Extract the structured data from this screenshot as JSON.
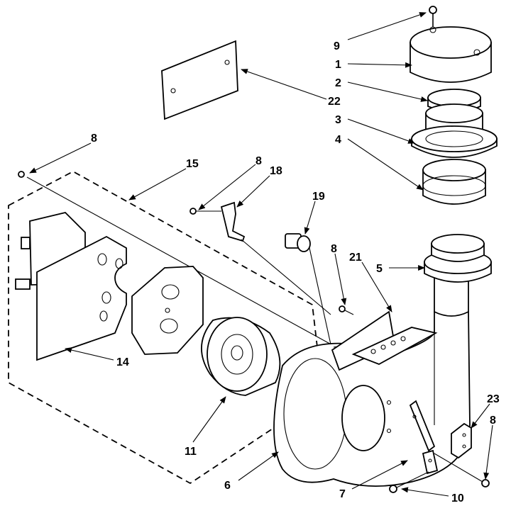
{
  "callouts": {
    "c9": "9",
    "c1": "1",
    "c2": "2",
    "c22": "22",
    "c3": "3",
    "c4": "4",
    "c8_top_left": "8",
    "c15": "15",
    "c8_bracket": "8",
    "c18": "18",
    "c19": "19",
    "c8_right": "8",
    "c21": "21",
    "c5": "5",
    "c14": "14",
    "c11": "11",
    "c6": "6",
    "c7": "7",
    "c10": "10",
    "c23": "23",
    "c8_bottom_right": "8"
  }
}
